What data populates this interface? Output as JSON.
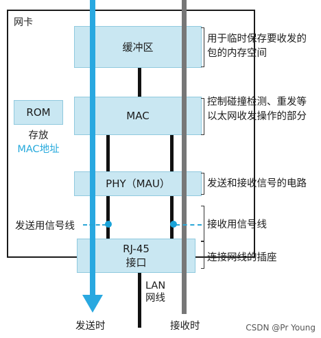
{
  "nic_label": "网卡",
  "blocks": {
    "buffer": "缓冲区",
    "mac": "MAC",
    "phy": "PHY（MAU）",
    "rj45_line1": "RJ-45",
    "rj45_line2": "接口",
    "rom": "ROM"
  },
  "rom_note": {
    "line1": "存放",
    "line2": "MAC地址"
  },
  "descriptions": {
    "buffer": [
      "用于临时保存要收发的",
      "包的内存空间"
    ],
    "mac": [
      "控制碰撞检测、重发等",
      "以太网收发操作的部分"
    ],
    "phy": "发送和接收信号的电路",
    "signal_rx": "接收用信号线",
    "rj45": "连接网线的插座"
  },
  "signal_tx": "发送用信号线",
  "lan_cable": {
    "line1": "LAN",
    "line2": "网线"
  },
  "bottom": {
    "send": "发送时",
    "receive": "接收时"
  },
  "watermark": "CSDN @Pr Young",
  "colors": {
    "send_arrow": "#29a8e0",
    "receive_line": "#777777",
    "box_fill": "#c9e7f2",
    "accent_text": "#25a9dc"
  }
}
